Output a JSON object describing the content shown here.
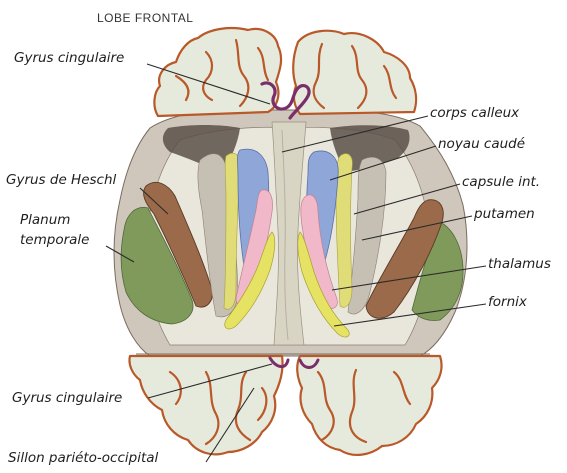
{
  "diagram": {
    "title": "LOBE FRONTAL",
    "labels": {
      "gyrus_cingulaire_top": "Gyrus cingulaire",
      "corps_calleux": "corps calleux",
      "noyau_caude": "noyau caudé",
      "gyrus_de_heschl": "Gyrus de Heschl",
      "capsule_int": "capsule int.",
      "planum_line1": "Planum",
      "planum_line2": "temporale",
      "putamen": "putamen",
      "thalamus": "thalamus",
      "fornix": "fornix",
      "gyrus_cingulaire_bottom": "Gyrus cingulaire",
      "sillon_parieto_occipital": "Sillon pariéto-occipital"
    },
    "colors": {
      "white_matter": "#e6eadc",
      "gyrus_outline": "#b9592a",
      "cortex_grey": "#c9bfb2",
      "caudate_blue": "#8fa6d8",
      "thalamus_pink": "#f0b8c8",
      "fornix_yellow": "#e4e070",
      "insula_green": "#7f9a5a",
      "heschl_brown": "#9a6a4a",
      "ventricle_dark": "#4a4038",
      "vessel_purple": "#7a2e6a"
    }
  }
}
